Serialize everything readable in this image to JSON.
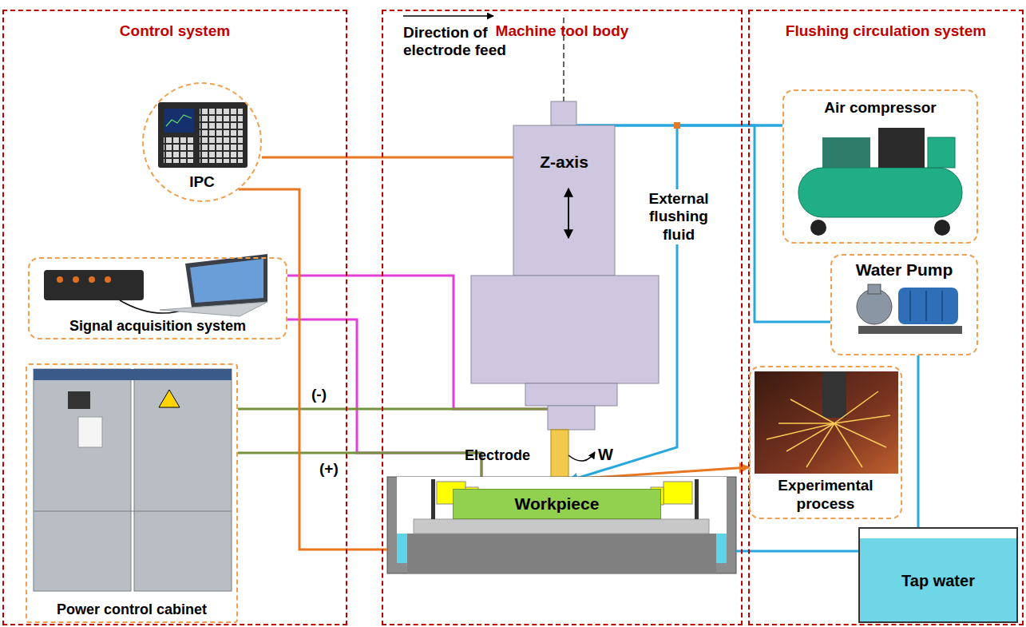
{
  "diagram": {
    "nodes": [
      {
        "text": [
          "Control system"
        ]
      },
      {
        "text": [
          "Machine tool body"
        ]
      },
      {
        "text": [
          "Flushing circulation system"
        ]
      },
      {
        "text": [
          "IPC"
        ],
        "in": 0
      },
      {
        "text": [
          "Signal acquisition system"
        ],
        "in": 0
      },
      {
        "text": [
          "Power control cabinet"
        ],
        "in": 0
      },
      {
        "text": [
          "Z-axis"
        ],
        "in": 1
      },
      {
        "text": [
          "Electrode"
        ],
        "in": 1
      },
      {
        "text": [
          "Workpiece"
        ],
        "in": 1
      },
      {
        "text": [
          "Air compressor"
        ],
        "in": 2
      },
      {
        "text": [
          "Water Pump"
        ],
        "in": 2
      },
      {
        "text": [
          "Experimental process"
        ],
        "in": 2
      },
      {
        "text": [
          "Tap water"
        ],
        "in": 2
      }
    ],
    "edges": [
      {
        "from": 3,
        "to": 6,
        "arrow": "none"
      },
      {
        "from": 4,
        "to": 7,
        "arrow": "none"
      },
      {
        "from": 4,
        "to": 8,
        "arrow": "none"
      },
      {
        "from": 5,
        "to": 7,
        "label": "(-)",
        "arrow": "none"
      },
      {
        "from": 5,
        "to": 8,
        "label": "(+)",
        "arrow": "none"
      },
      {
        "from": 9,
        "to": 6,
        "arrow": "none"
      },
      {
        "from": 9,
        "to": 7,
        "label": "External flushing fluid",
        "arrow": "to"
      },
      {
        "from": 10,
        "to": 6,
        "arrow": "none"
      },
      {
        "from": 12,
        "to": 10,
        "arrow": "none"
      },
      {
        "from": 7,
        "to": 11,
        "arrow": "to"
      }
    ],
    "labels": [
      "Direction of electrode feed",
      "W"
    ]
  }
}
